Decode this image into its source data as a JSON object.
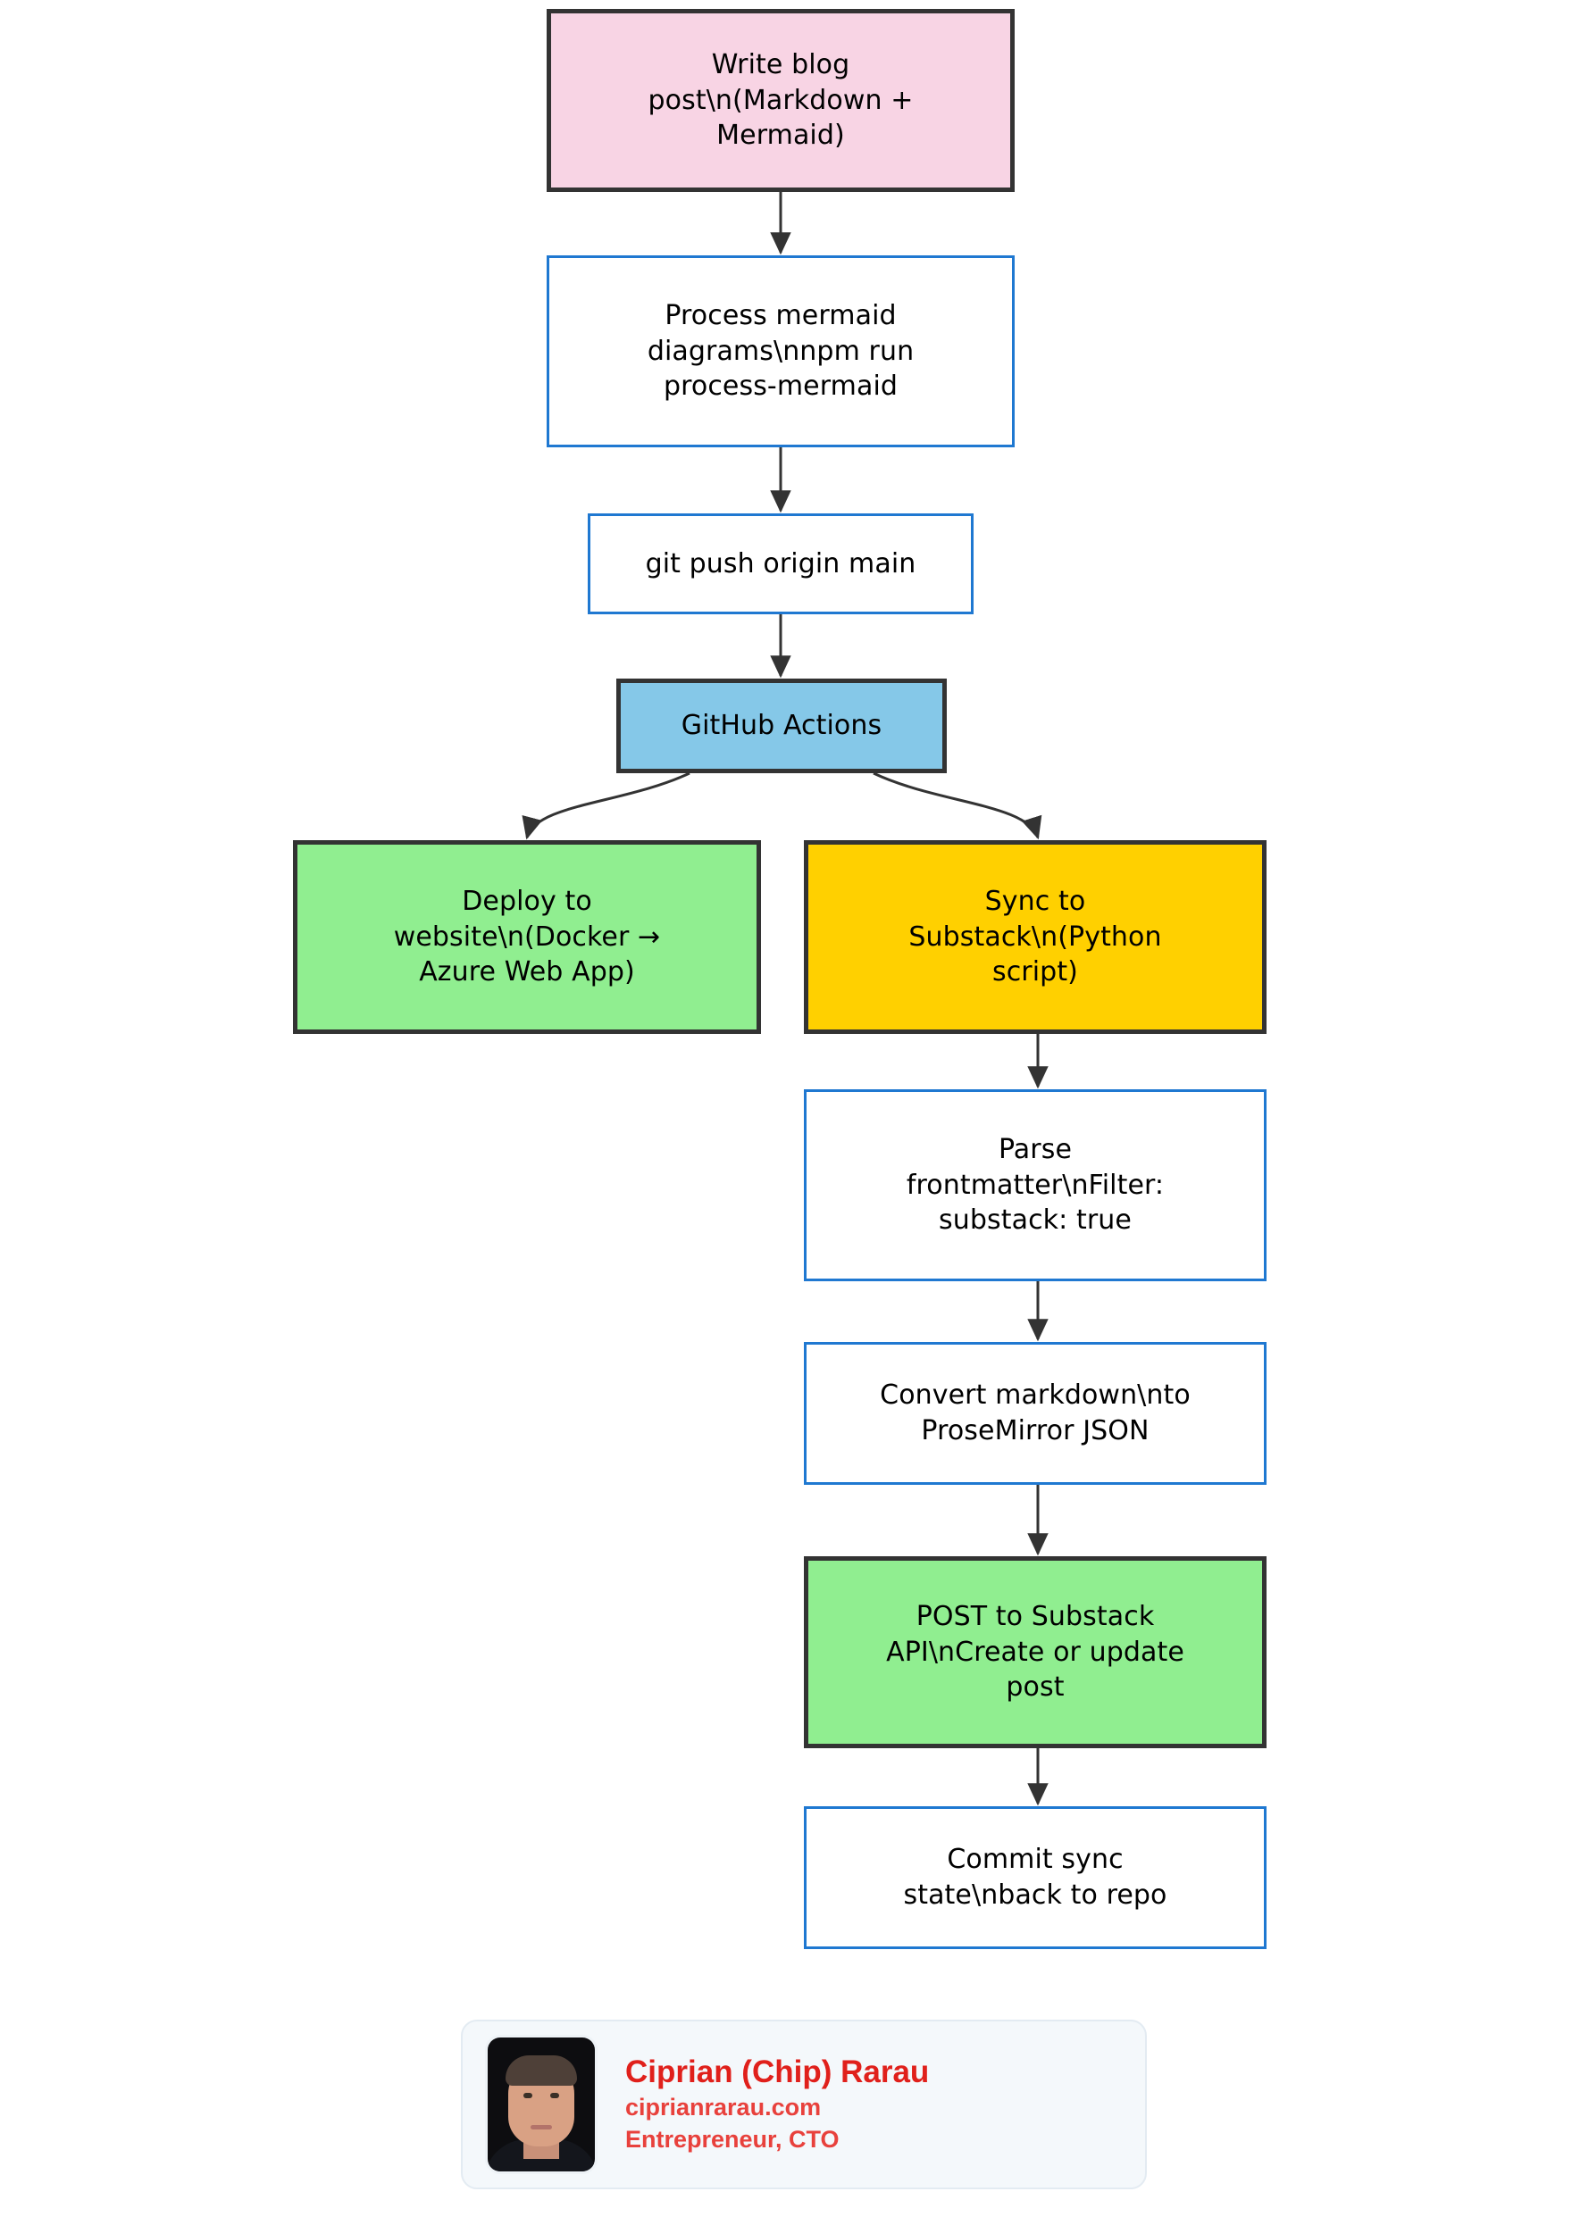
{
  "diagram": {
    "type": "flowchart",
    "direction": "top-down",
    "background": "#ffffff",
    "palette": {
      "pink": "#f8d4e4",
      "blue": "#85c8e8",
      "green": "#90ee90",
      "gold": "#ffd000",
      "plain_border": "#1f78d1",
      "strong_border": "#333333",
      "edge": "#333333",
      "text": "#000000"
    },
    "nodes": [
      {
        "id": "write-blog-post",
        "label": "Write blog\npost\\n(Markdown +\nMermaid)",
        "style": "strong",
        "fill": "pink"
      },
      {
        "id": "process-mermaid",
        "label": "Process mermaid\ndiagrams\\nnpm run\nprocess-mermaid",
        "style": "plain",
        "fill": "white"
      },
      {
        "id": "git-push",
        "label": "git push origin main",
        "style": "plain",
        "fill": "white"
      },
      {
        "id": "github-actions",
        "label": "GitHub Actions",
        "style": "strong",
        "fill": "blue"
      },
      {
        "id": "deploy-website",
        "label": "Deploy to\nwebsite\\n(Docker →\nAzure Web App)",
        "style": "strong",
        "fill": "green"
      },
      {
        "id": "sync-substack",
        "label": "Sync to\nSubstack\\n(Python\nscript)",
        "style": "strong",
        "fill": "gold"
      },
      {
        "id": "parse-frontmatter",
        "label": "Parse\nfrontmatter\\nFilter:\nsubstack: true",
        "style": "plain",
        "fill": "white"
      },
      {
        "id": "convert-markdown",
        "label": "Convert markdown\\nto\nProseMirror JSON",
        "style": "plain",
        "fill": "white"
      },
      {
        "id": "post-substack-api",
        "label": "POST to Substack\nAPI\\nCreate or update\npost",
        "style": "strong",
        "fill": "green"
      },
      {
        "id": "commit-sync-state",
        "label": "Commit sync\nstate\\nback to repo",
        "style": "plain",
        "fill": "white"
      }
    ],
    "edges": [
      {
        "from": "write-blog-post",
        "to": "process-mermaid",
        "shape": "straight"
      },
      {
        "from": "process-mermaid",
        "to": "git-push",
        "shape": "straight"
      },
      {
        "from": "git-push",
        "to": "github-actions",
        "shape": "straight"
      },
      {
        "from": "github-actions",
        "to": "deploy-website",
        "shape": "curved-left"
      },
      {
        "from": "github-actions",
        "to": "sync-substack",
        "shape": "curved-right"
      },
      {
        "from": "sync-substack",
        "to": "parse-frontmatter",
        "shape": "straight"
      },
      {
        "from": "parse-frontmatter",
        "to": "convert-markdown",
        "shape": "straight"
      },
      {
        "from": "convert-markdown",
        "to": "post-substack-api",
        "shape": "straight"
      },
      {
        "from": "post-substack-api",
        "to": "commit-sync-state",
        "shape": "straight"
      }
    ]
  },
  "signature": {
    "name": "Ciprian (Chip) Rarau",
    "website": "ciprianrarau.com",
    "role": "Entrepreneur, CTO",
    "avatar_alt": "portrait-photo",
    "name_color": "#e0201b",
    "line_color": "#e8413c",
    "card_background": "#f4f8fb"
  }
}
